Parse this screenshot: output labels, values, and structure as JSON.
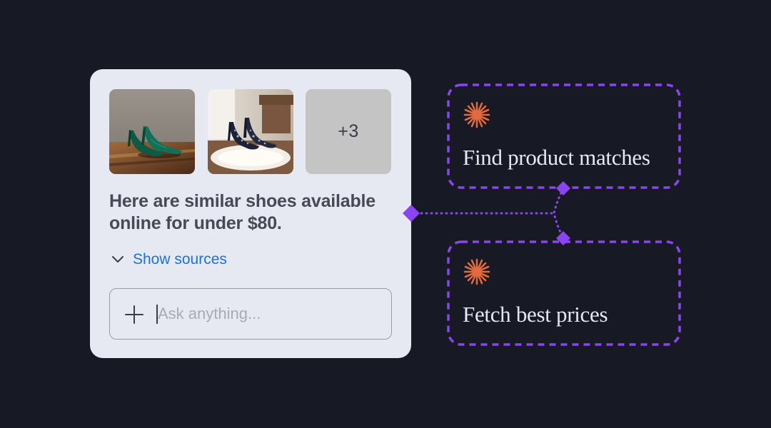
{
  "chat_card": {
    "thumbnails": [
      {
        "name": "green-pumps-photo"
      },
      {
        "name": "navy-embellished-pumps-photo"
      }
    ],
    "more_count": "+3",
    "message": "Here are similar shoes available online for under $80.",
    "show_sources_label": "Show sources",
    "input_placeholder": "Ask anything...",
    "icons": {
      "toggle": "chevron-down-icon",
      "add": "plus-icon"
    },
    "colors": {
      "card": "#e6e8f2",
      "link": "#1a73d6",
      "text": "#474956"
    }
  },
  "steps": [
    {
      "label": "Find product matches",
      "icon": "burst-icon"
    },
    {
      "label": "Fetch best prices",
      "icon": "burst-icon"
    }
  ],
  "colors": {
    "background": "#171a24",
    "accent_purple": "#8b45f0",
    "accent_orange": "#e36a3c"
  }
}
